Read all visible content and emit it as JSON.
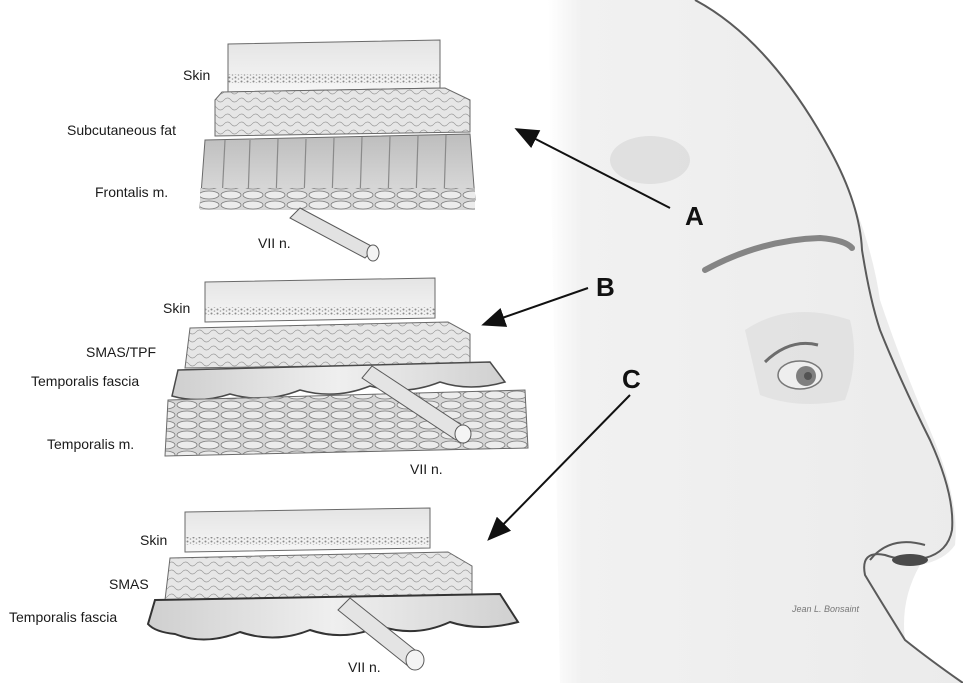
{
  "figure": {
    "panel_a": {
      "labels": [
        "Skin",
        "Subcutaneous fat",
        "Frontalis m.",
        "VII n."
      ],
      "letter": "A"
    },
    "panel_b": {
      "labels": [
        "Skin",
        "SMAS/TPF",
        "Temporalis fascia",
        "Temporalis m.",
        "VII n."
      ],
      "letter": "B"
    },
    "panel_c": {
      "labels": [
        "Skin",
        "SMAS",
        "Temporalis fascia",
        "VII n."
      ],
      "letter": "C"
    },
    "signature": "Jean L. Bonsaint"
  },
  "colors": {
    "ink": "#1a1a1a",
    "skin_layer": "#efefef",
    "fat_layer": "#e2e2e2",
    "muscle_layer": "#cfcfcf",
    "face_paper": "#f2f2f2"
  }
}
